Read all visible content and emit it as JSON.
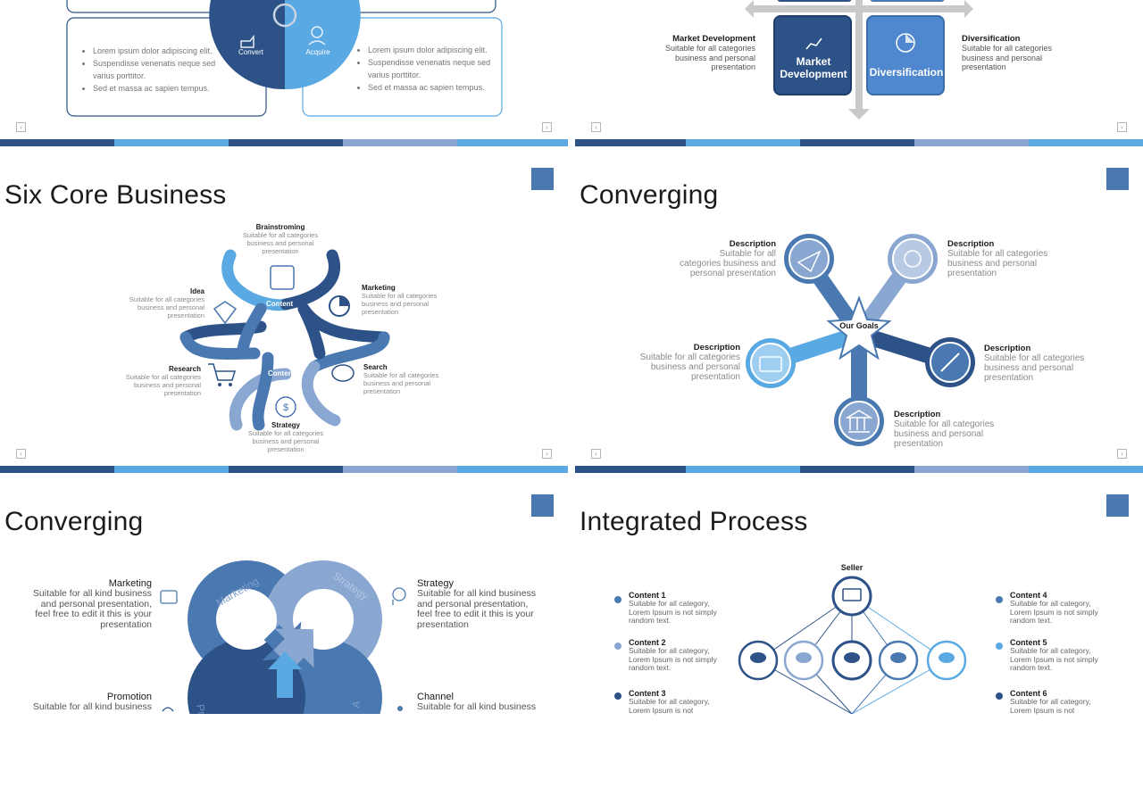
{
  "colors": {
    "dark": "#2d5287",
    "mid": "#4a78b0",
    "light": "#5aa9e2",
    "pale": "#8aa7d1",
    "grey": "#c9c9c9"
  },
  "slide_tl": {
    "convert_label": "Convert",
    "acquire_label": "Acquire",
    "left_bullets": [
      "Lorem ipsum dolor adipiscing elit.",
      "Suspendisse venenatis neque sed",
      "varius porttitor.",
      "Sed et massa ac sapien tempus."
    ],
    "right_bullets": [
      "Lorem ipsum dolor adipiscing elit.",
      "Suspendisse venenatis neque sed",
      "varius porttitor.",
      "Sed et massa ac sapien tempus."
    ]
  },
  "slide_tr": {
    "left_title": "Market Development",
    "left_text": "Suitable for all categories business and personal presentation",
    "right_title": "Diversification",
    "right_text": "Suitable for all categories business and personal presentation",
    "box1": "Market Development",
    "box2": "Diversification"
  },
  "slide_ml": {
    "title": "Six Core Business",
    "content_label": "Content",
    "items": [
      {
        "title": "Brainstroming",
        "text": "Suitable for all categories business and personal presentation"
      },
      {
        "title": "Marketing",
        "text": "Suitable for all categories business and personal presentation"
      },
      {
        "title": "Idea",
        "text": "Suitable for all categories business and personal presentation"
      },
      {
        "title": "Research",
        "text": "Suitable for all categories business and personal presentation"
      },
      {
        "title": "Search",
        "text": "Suitable for all categories business and personal presentation"
      },
      {
        "title": "Strategy",
        "text": "Suitable for all categories business and personal presentation"
      }
    ]
  },
  "slide_mr": {
    "title": "Converging",
    "center": "Our Goals",
    "items": [
      {
        "title": "Description",
        "text": "Suitable for all categories business and personal presentation"
      },
      {
        "title": "Description",
        "text": "Suitable for all categories business and personal presentation"
      },
      {
        "title": "Description",
        "text": "Suitable for all categories business and personal presentation"
      },
      {
        "title": "Description",
        "text": "Suitable for all categories business and personal presentation"
      },
      {
        "title": "Description",
        "text": "Suitable for all categories business and personal presentation"
      }
    ]
  },
  "slide_bl": {
    "title": "Converging",
    "items": [
      {
        "title": "Marketing",
        "text": "Suitable for all kind business and personal presentation, feel free to edit it this is your presentation"
      },
      {
        "title": "Strategy",
        "text": "Suitable for all kind business and personal presentation, feel free to edit it this is your presentation"
      },
      {
        "title": "Promotion",
        "text": "Suitable for all kind business"
      },
      {
        "title": "Channel",
        "text": "Suitable for all kind business"
      }
    ],
    "arc_labels": [
      "Marketing",
      "Strategy",
      "Pro",
      "A"
    ]
  },
  "slide_br": {
    "title": "Integrated Process",
    "seller": "Seller",
    "items": [
      {
        "title": "Content 1",
        "text": "Suitable for all category, Lorem Ipsum is not simply random text."
      },
      {
        "title": "Content 2",
        "text": "Suitable for all category, Lorem Ipsum is not simply random text."
      },
      {
        "title": "Content 3",
        "text": "Suitable for all category, Lorem Ipsum is not"
      },
      {
        "title": "Content 4",
        "text": "Suitable for all category, Lorem Ipsum is not simply random text."
      },
      {
        "title": "Content 5",
        "text": "Suitable for all category, Lorem Ipsum is not simply random text."
      },
      {
        "title": "Content 6",
        "text": "Suitable for all category, Lorem Ipsum is not"
      }
    ]
  },
  "nav": {
    "prev": "‹",
    "next": "›"
  }
}
